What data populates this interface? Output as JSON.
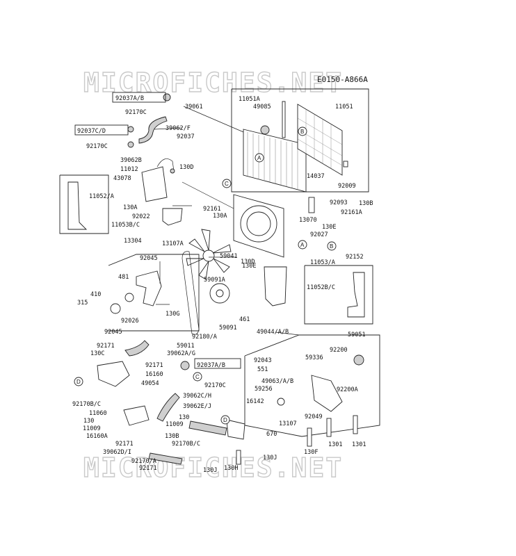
{
  "reference_code": "E0150-A866A",
  "watermark": "MICROFICHES.NET",
  "callout_letters": [
    "A",
    "B",
    "C",
    "D"
  ],
  "part_labels": [
    "92037A/B",
    "92170C",
    "92037C/D",
    "92170C",
    "39061",
    "39062/F",
    "92037",
    "11051A",
    "49085",
    "11051",
    "39062B",
    "11012",
    "43078",
    "130D",
    "14037",
    "92009",
    "11052/A",
    "130A",
    "92022",
    "92161",
    "11053B/C",
    "130A",
    "92093",
    "13070",
    "92161A",
    "130B",
    "130E",
    "92027",
    "92152",
    "13304",
    "13107A",
    "92045",
    "59041",
    "130D",
    "11053/A",
    "481",
    "59091A",
    "130E",
    "410",
    "315",
    "92026",
    "130G",
    "92045",
    "11052B/C",
    "461",
    "59091",
    "92180/A",
    "49044/A/B",
    "59051",
    "59011",
    "92171",
    "39062A/G",
    "130C",
    "92171",
    "92043",
    "92200",
    "16160",
    "551",
    "59336",
    "49054",
    "92037A/B",
    "49063/A/B",
    "92200A",
    "92170B/C",
    "92170C",
    "39062C/H",
    "59256",
    "11060",
    "39062E/J",
    "16142",
    "130",
    "11009",
    "92049",
    "130",
    "11009",
    "13107",
    "16160A",
    "130B",
    "670",
    "1301",
    "1301",
    "92171",
    "92170B/C",
    "130F",
    "39062D/I",
    "130J",
    "92170/A",
    "130H",
    "92171",
    "130J"
  ]
}
